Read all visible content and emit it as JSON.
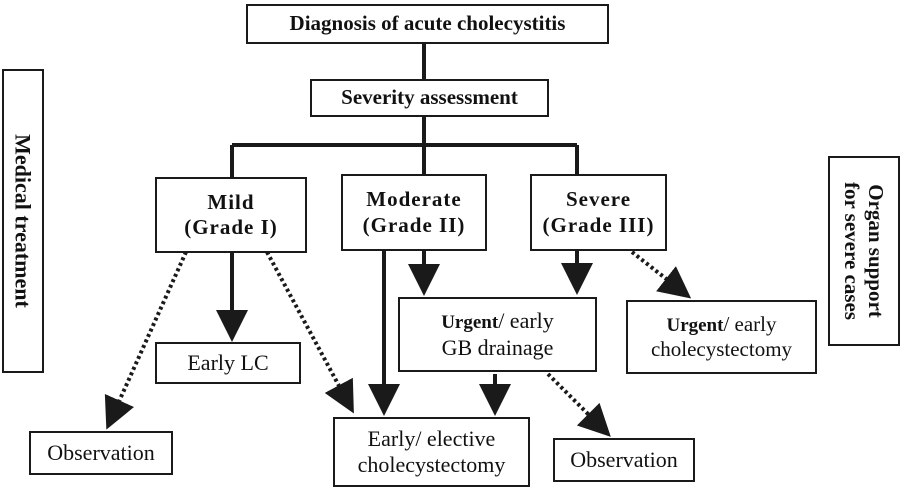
{
  "nodes": {
    "diagnosis": "Diagnosis of acute cholecystitis",
    "severity": "Severity assessment",
    "mild": {
      "line1": "Mild",
      "line2": "(Grade I)"
    },
    "moderate": {
      "line1": "Moderate",
      "line2": "(Grade II)"
    },
    "severe": {
      "line1": "Severe",
      "line2": "(Grade III)"
    },
    "early_lc": "Early LC",
    "observation_left": "Observation",
    "urgent_gb": {
      "bold": "Urgent",
      "rest": "/ early",
      "line2": "GB drainage"
    },
    "early_elective": {
      "line1": "Early/ elective",
      "line2": "cholecystectomy"
    },
    "observation_right": "Observation",
    "urgent_chole": {
      "bold": "Urgent",
      "rest": "/ early",
      "line2": "cholecystectomy"
    }
  },
  "side_labels": {
    "medical_treatment": "Medical treatment",
    "organ_support": {
      "line1": "Organ support",
      "line2": "for severe cases"
    }
  }
}
